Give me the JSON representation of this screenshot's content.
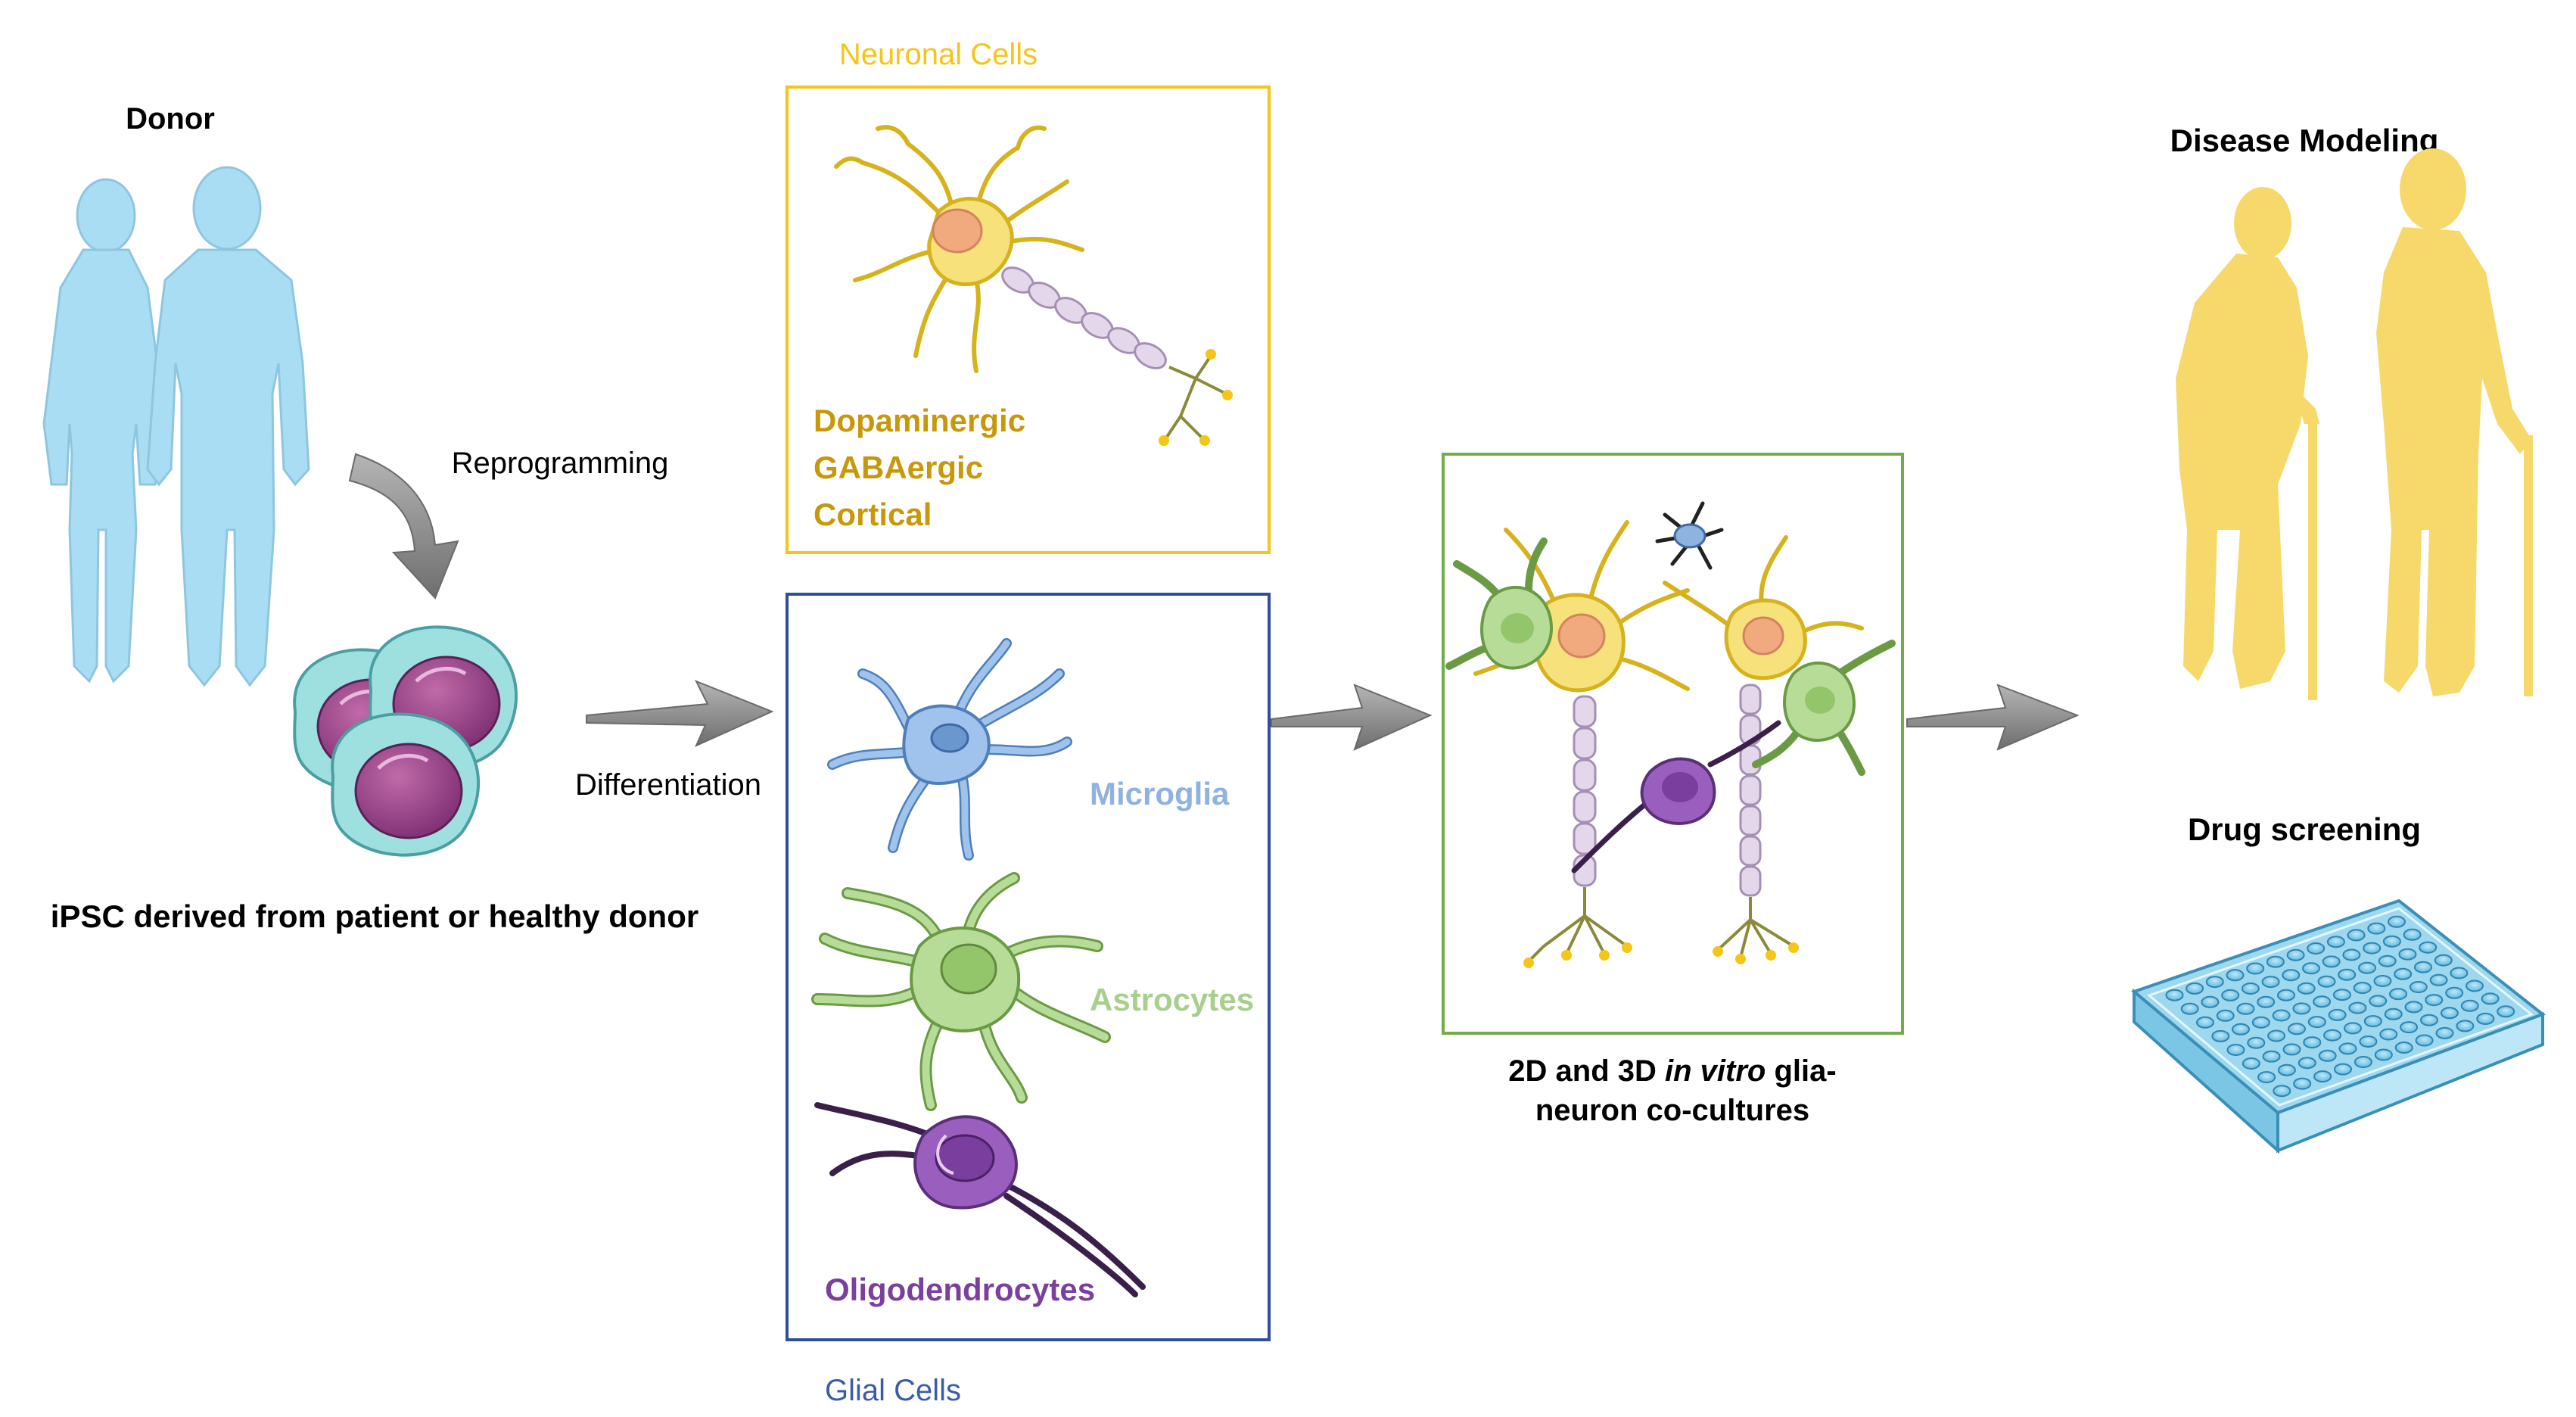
{
  "labels": {
    "donor": "Donor",
    "reprogramming": "Reprogramming",
    "ipsc": "iPSC derived from patient or healthy donor",
    "differentiation": "Differentiation",
    "neuronal_title": "Neuronal Cells",
    "neuron_types": [
      "Dopaminergic",
      "GABAergic",
      "Cortical"
    ],
    "glial_title": "Glial Cells",
    "microglia": "Microglia",
    "astrocytes": "Astrocytes",
    "oligodendrocytes": "Oligodendrocytes",
    "coculture_line1_pre": "2D and 3D ",
    "coculture_line1_italic": "in vitro",
    "coculture_line1_post": " glia-",
    "coculture_line2": "neuron co-cultures",
    "disease_modeling": "Disease Modeling",
    "drug_screening": "Drug screening"
  },
  "colors": {
    "neuronal": "#F5C518",
    "neuron_text": "#C9980A",
    "glial": "#2F4E9A",
    "glial_text": "#3A5CA8",
    "microglia": "#8FB3E0",
    "astrocytes": "#A8D08D",
    "oligodendrocytes": "#7B3F9E",
    "coculture_border": "#70AD47",
    "human": "#A9DDF3",
    "elderly": "#F7D96B",
    "arrow": "#8C8C8C"
  }
}
